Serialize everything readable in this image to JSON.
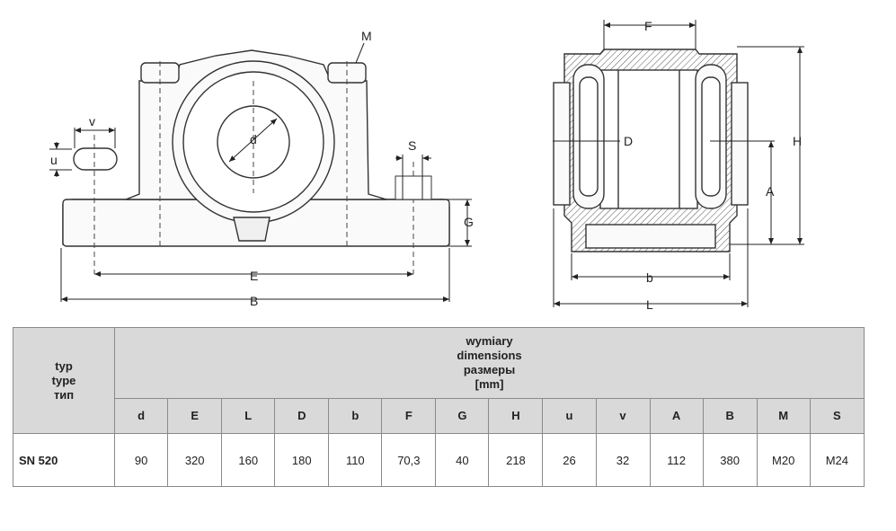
{
  "drawing": {
    "front_labels": {
      "M": "M",
      "d": "d",
      "v": "v",
      "u": "u",
      "S": "S",
      "G": "G",
      "E": "E",
      "B": "B"
    },
    "side_labels": {
      "F": "F",
      "D": "D",
      "H": "H",
      "A": "A",
      "b": "b",
      "L": "L"
    }
  },
  "table": {
    "type_header": [
      "typ",
      "type",
      "тип"
    ],
    "group_header": [
      "wymiary",
      "dimensions",
      "размеры",
      "[mm]"
    ],
    "columns": [
      "d",
      "E",
      "L",
      "D",
      "b",
      "F",
      "G",
      "H",
      "u",
      "v",
      "A",
      "B",
      "M",
      "S"
    ],
    "rows": [
      {
        "model": "SN 520",
        "values": [
          "90",
          "320",
          "160",
          "180",
          "110",
          "70,3",
          "40",
          "218",
          "26",
          "32",
          "112",
          "380",
          "M20",
          "M24"
        ]
      }
    ]
  }
}
